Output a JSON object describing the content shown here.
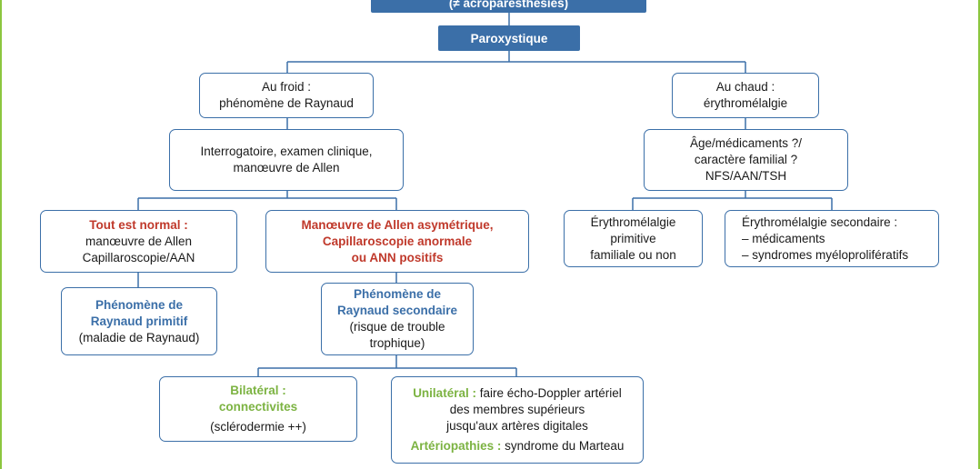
{
  "top_header": "(≠ acroparesthésies)",
  "paroxystique": "Paroxystique",
  "froid": {
    "l1": "Au froid :",
    "l2": "phénomène de Raynaud"
  },
  "chaud": {
    "l1": "Au chaud :",
    "l2": "érythromélalgie"
  },
  "interrogatoire": {
    "l1": "Interrogatoire, examen clinique,",
    "l2": "manœuvre de Allen"
  },
  "age": {
    "l1": "Âge/médicaments ?/",
    "l2": "caractère familial ?",
    "l3": "NFS/AAN/TSH"
  },
  "normal": {
    "title": "Tout est normal :",
    "l2": "manœuvre de Allen",
    "l3": "Capillaroscopie/AAN"
  },
  "allen": {
    "l1": "Manœuvre de Allen asymétrique,",
    "l2": "Capillaroscopie anormale",
    "l3": "ou ANN positifs"
  },
  "ery_prim": {
    "l1": "Érythromélalgie",
    "l2": "primitive",
    "l3": "familiale ou non"
  },
  "ery_sec": {
    "l1": "Érythromélalgie secondaire :",
    "l2": "– médicaments",
    "l3": "– syndromes myéloprolifératifs"
  },
  "raynaud_prim": {
    "l1": "Phénomène de",
    "l2": "Raynaud primitif",
    "l3": "(maladie de Raynaud)"
  },
  "raynaud_sec": {
    "l1": "Phénomène de",
    "l2": "Raynaud secondaire",
    "l3": "(risque de trouble",
    "l4": "trophique)"
  },
  "bilateral": {
    "l1": "Bilatéral :",
    "l2": "connectivites",
    "l3": "(sclérodermie ++)"
  },
  "unilateral": {
    "label": "Unilatéral :",
    "l1_rest": " faire écho-Doppler artériel",
    "l2": "des membres supérieurs",
    "l3": "jusqu'aux artères digitales",
    "label2": "Artériopathies :",
    "l4_rest": " syndrome du Marteau"
  },
  "colors": {
    "blue": "#3b6fa8",
    "red": "#c0392b",
    "green": "#7cb342",
    "frame": "#8cc63f"
  }
}
